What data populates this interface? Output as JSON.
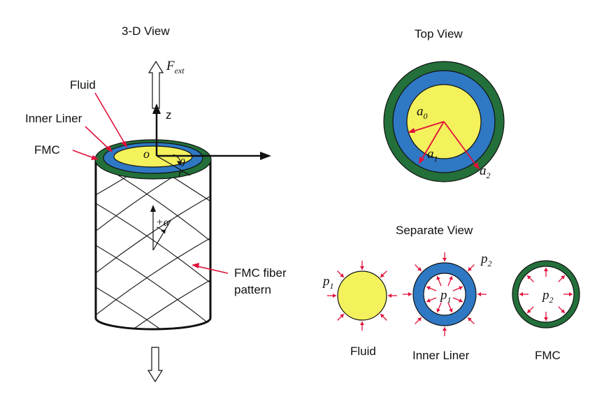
{
  "headings": {
    "three_d": "3-D View",
    "top": "Top View",
    "separate": "Separate View"
  },
  "labels": {
    "fluid": "Fluid",
    "inner_liner": "Inner Liner",
    "fmc": "FMC",
    "fiber_pattern_line1": "FMC fiber",
    "fiber_pattern_line2": "pattern",
    "z_axis": "z",
    "force_F": "F",
    "force_sub": "ext",
    "origin": "o",
    "theta": "θ",
    "r": "r",
    "alpha": "+α",
    "a0": "a",
    "a0_sub": "0",
    "a1": "a",
    "a1_sub": "1",
    "a2": "a",
    "a2_sub": "2"
  },
  "separate": {
    "fluid_caption": "Fluid",
    "liner_caption": "Inner Liner",
    "fmc_caption": "FMC",
    "p": "p",
    "p1_sub": "1",
    "p2_sub": "2"
  },
  "colors": {
    "fluid": "#f3f15c",
    "inner_liner": "#2f78c4",
    "fmc": "#23703a",
    "arrow_red": "#e0103a"
  }
}
